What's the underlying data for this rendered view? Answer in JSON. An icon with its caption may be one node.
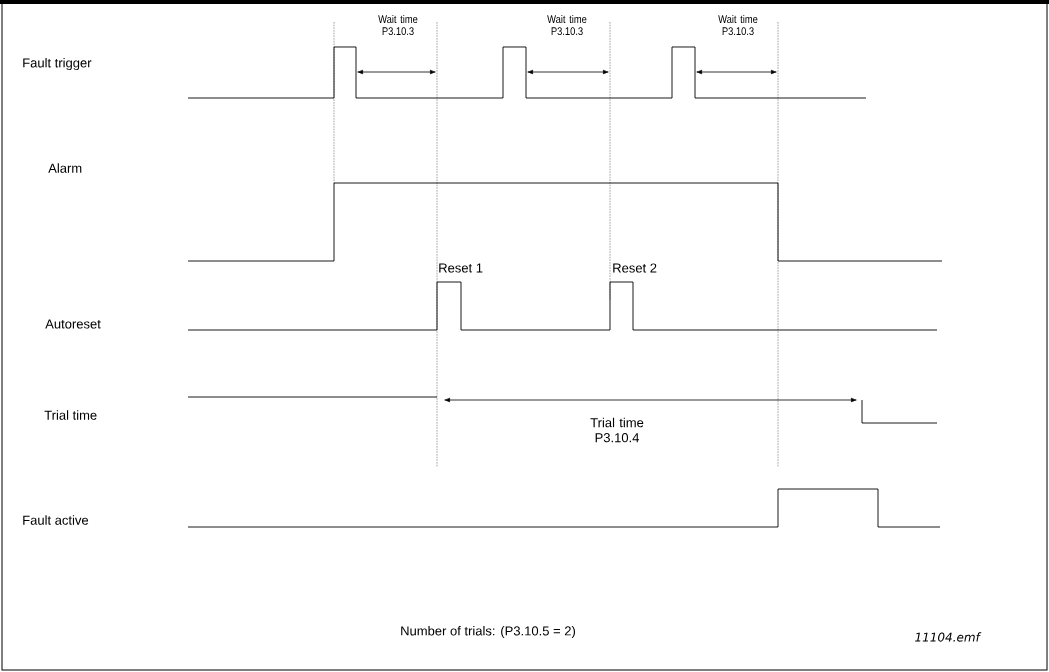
{
  "diagram": {
    "labels": [
      "Wait time P3.10.3",
      "Wait time P3.10.3",
      "Wait time P3.10.3",
      "Fault trigger",
      "Alarm",
      "Reset 1",
      "Reset 2",
      "Autoreset",
      "Trial time",
      "Trial time P3.10.4",
      "Fault active",
      "Number of trials: (P3.10.5 = 2)",
      "11104.emf"
    ]
  }
}
